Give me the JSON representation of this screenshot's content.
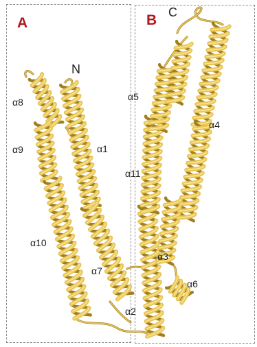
{
  "panels": [
    {
      "letter": "A",
      "color": "#b0181c"
    },
    {
      "letter": "B",
      "color": "#b0181c"
    }
  ],
  "termini": {
    "n": "N",
    "c": "C"
  },
  "helices": {
    "a1": "α1",
    "a2": "α2",
    "a3": "α3",
    "a4": "α4",
    "a5": "α5",
    "a6": "α6",
    "a7": "α7",
    "a8": "α8",
    "a9": "α9",
    "a10": "α10",
    "a11": "α11"
  },
  "colors": {
    "ribbon": "#e8c65a",
    "ribbon_dark": "#a07f1e",
    "ribbon_light": "#fbe48e",
    "frame": "#8a8a8a"
  }
}
